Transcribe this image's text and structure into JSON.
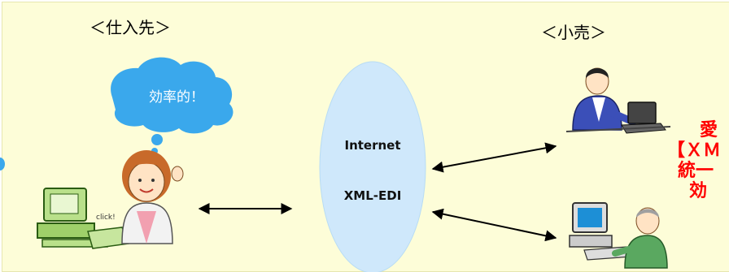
{
  "labels": {
    "supplier": "＜仕入先＞",
    "retail": "＜小売＞"
  },
  "bubble": {
    "text": "効率的！"
  },
  "network": {
    "line1": "Internet",
    "line2": "XML-EDI"
  },
  "right_text": {
    "line1": "愛",
    "line2": "【ＸＭ",
    "line3": "統一",
    "line4": "効"
  },
  "colors": {
    "background": "#fdfdd8",
    "bubble": "#3aa8ec",
    "ellipse": "#cfe8fb",
    "highlight_text": "#ff0000"
  },
  "icons": {
    "supplier_person": "woman-at-computer-icon",
    "retailer_top": "man-at-laptop-icon",
    "retailer_bottom": "man-at-desktop-icon"
  }
}
